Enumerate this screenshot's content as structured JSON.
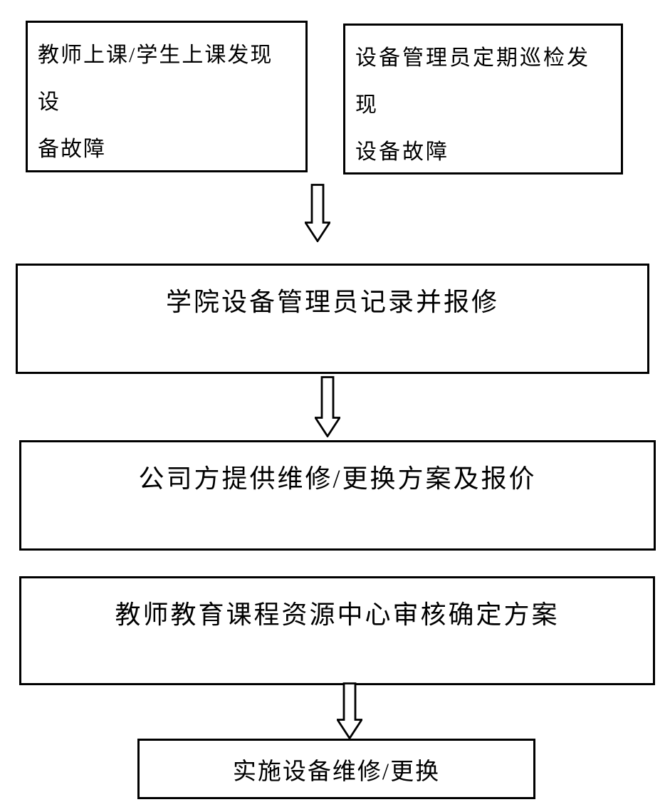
{
  "page": {
    "background": "#ffffff",
    "line_color": "#000000",
    "text_color": "#000000"
  },
  "flowchart": {
    "nodes": [
      {
        "id": "fault-found-in-class",
        "label": "教师上课/学生上课发现设备故障",
        "lines": [
          "教师上课/学生上课发现设",
          "备故障"
        ]
      },
      {
        "id": "fault-found-inspection",
        "label": "设备管理员定期巡检发现设备故障",
        "lines": [
          "设备管理员定期巡检发现",
          "设备故障"
        ]
      },
      {
        "id": "record-and-report",
        "label": "学院设备管理员记录并报修"
      },
      {
        "id": "company-provides-plan-quote",
        "label": "公司方提供维修/更换方案及报价"
      },
      {
        "id": "resource-center-review",
        "label": "教师教育课程资源中心审核确定方案"
      },
      {
        "id": "implement-repair-replace",
        "label": "实施设备维修/更换"
      }
    ],
    "arrows": [
      {
        "id": "arrow-1",
        "direction": "down"
      },
      {
        "id": "arrow-2",
        "direction": "down"
      },
      {
        "id": "arrow-3",
        "direction": "down"
      }
    ]
  }
}
